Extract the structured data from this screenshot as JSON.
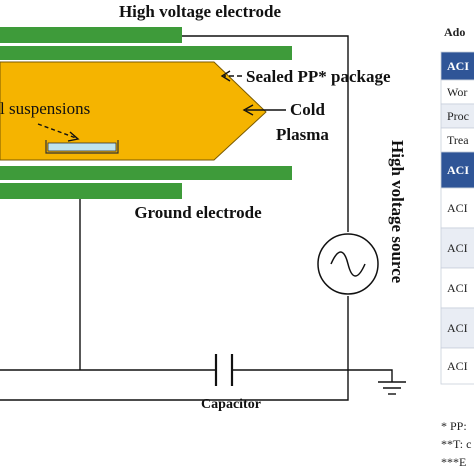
{
  "diagram": {
    "labels": {
      "hv_electrode": "High voltage electrode",
      "sealed_package": "Sealed PP* package",
      "suspensions": "l suspensions",
      "cold": "Cold",
      "plasma": "Plasma",
      "ground_electrode": "Ground electrode",
      "hv_source": "High voltage source",
      "capacitor": "Capacitor"
    },
    "colors": {
      "electrode": "#3e9b3a",
      "chamber": "#f5b400",
      "sample_dish": "#bfe3ee",
      "wire": "#111111"
    }
  },
  "table": {
    "header": "Ado",
    "rows": [
      {
        "label": "ACI",
        "style": "blue-header"
      },
      {
        "label": "Wor",
        "style": "plain"
      },
      {
        "label": "Proc",
        "style": "plain-alt"
      },
      {
        "label": "Trea",
        "style": "plain"
      },
      {
        "label": "ACI",
        "style": "blue-header"
      },
      {
        "label": "ACI",
        "style": "plain"
      },
      {
        "label": "ACI",
        "style": "plain-alt"
      },
      {
        "label": "ACI",
        "style": "plain"
      },
      {
        "label": "ACI",
        "style": "plain-alt"
      },
      {
        "label": "ACI",
        "style": "plain"
      }
    ],
    "footnotes": [
      "* PP:",
      "**T: c",
      "***E"
    ],
    "colors": {
      "blue": "#2f5597",
      "alt": "#e9edf4",
      "border": "#c8cfdb"
    }
  }
}
